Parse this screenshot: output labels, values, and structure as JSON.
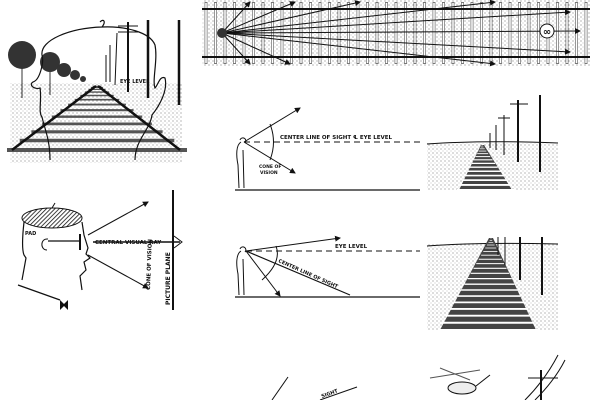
{
  "panel_top_left": {
    "eye_level": "EYE LEVEL"
  },
  "panel_top_strip": {
    "infinity": "∞"
  },
  "panel_head": {
    "pad": "PAD",
    "central_visual_ray": "CENTRAL VISUAL RAY",
    "cone_of_vision": "CONE OF VISION",
    "picture_plane": "PICTURE PLANE"
  },
  "panel_level_view": {
    "center_line": "CENTER LINE OF SIGHT ℄ EYE LEVEL",
    "cone_of_vision_1": "CONE OF",
    "cone_of_vision_2": "VISION"
  },
  "panel_down_view": {
    "eye_level": "EYE LEVEL",
    "center_line": "CENTER LINE OF SIGHT"
  },
  "panel_bottom": {
    "sight": "SIGHT"
  },
  "colors": {
    "ink": "#111111",
    "paper": "#ffffff",
    "stipple": "#bdbdbd"
  }
}
